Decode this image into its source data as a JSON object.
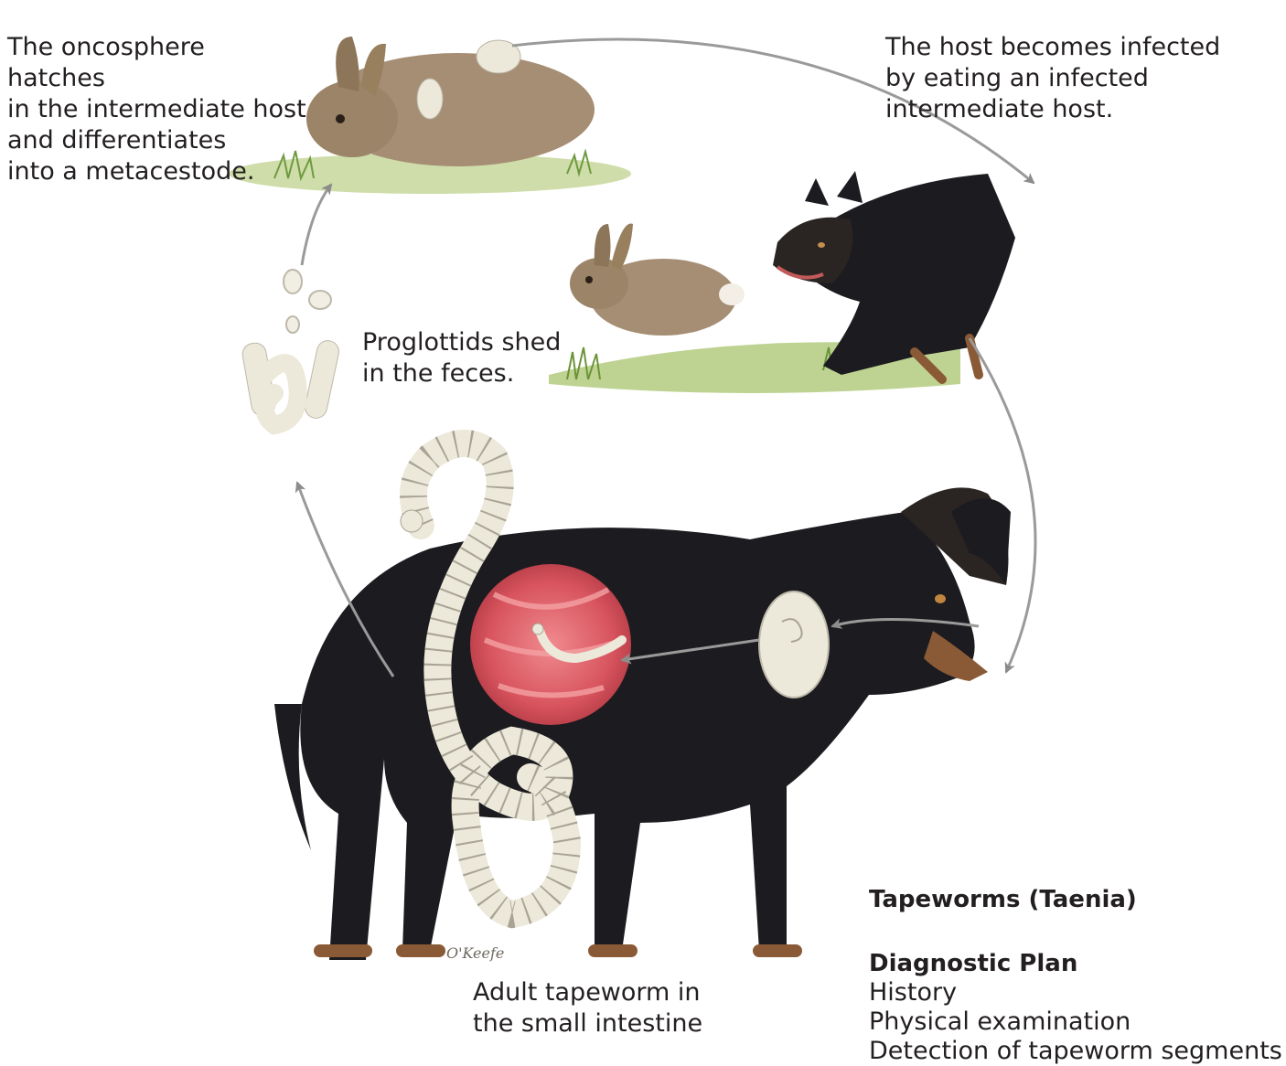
{
  "labels": {
    "oncosphere": "The oncosphere hatches\nin the intermediate host\nand differentiates\ninto a metacestode.",
    "host_infected": "The host becomes infected\nby eating an infected\nintermediate host.",
    "proglottids": "Proglottids shed\nin the feces.",
    "adult_tapeworm": "Adult tapeworm in\nthe small intestine"
  },
  "info": {
    "title": "Tapeworms (Taenia)",
    "subtitle": "Diagnostic Plan",
    "items": [
      "History",
      "Physical examination",
      "Detection of tapeworm segments"
    ]
  },
  "signature": "O'Keefe",
  "colors": {
    "text": "#231f20",
    "dog_fur": "#1c1b1f",
    "dog_tan": "#8a5a36",
    "rabbit": "#a58e74",
    "intestine": "#d85a63",
    "tapeworm": "#ece8da",
    "grass": "#8fb25a",
    "arrow": "#9a9a9a"
  },
  "illustration_elements": [
    "sitting-rabbit",
    "running-rabbit",
    "running-dog",
    "standing-dog",
    "intestine-cutaway",
    "adult-tapeworm",
    "proglottid-segments",
    "eggs",
    "cyst"
  ]
}
